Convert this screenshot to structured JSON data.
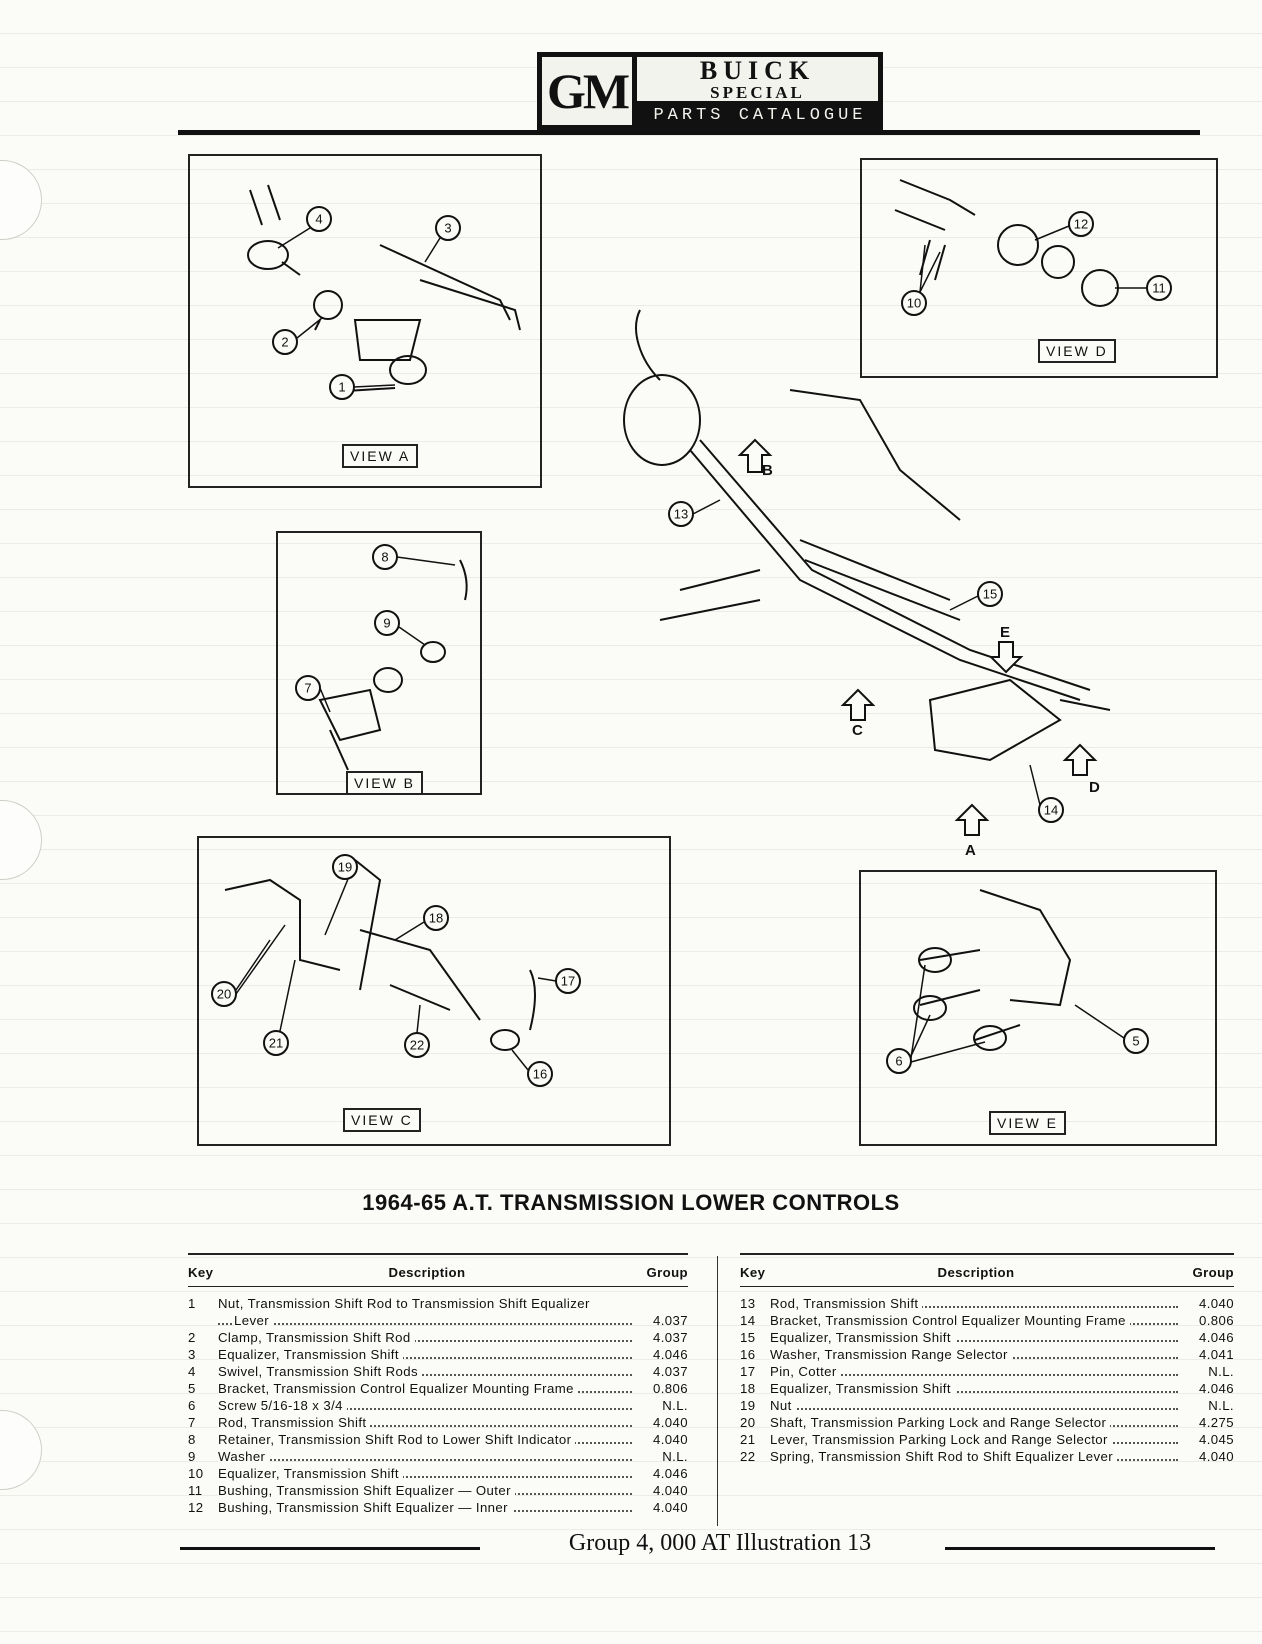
{
  "header": {
    "logo_gm": "GM",
    "logo_brand": "BUICK",
    "logo_model": "SPECIAL",
    "logo_subtitle": "PARTS CATALOGUE"
  },
  "views": {
    "a": "VIEW A",
    "b": "VIEW B",
    "c": "VIEW C",
    "d": "VIEW D",
    "e": "VIEW E"
  },
  "arrows": [
    "A",
    "B",
    "C",
    "D",
    "E"
  ],
  "callouts": [
    "1",
    "2",
    "3",
    "4",
    "5",
    "6",
    "7",
    "8",
    "9",
    "10",
    "11",
    "12",
    "13",
    "14",
    "15",
    "16",
    "17",
    "18",
    "19",
    "20",
    "21",
    "22"
  ],
  "title": "1964-65 A.T. TRANSMISSION LOWER CONTROLS",
  "table": {
    "headers": {
      "key": "Key",
      "description": "Description",
      "group": "Group"
    },
    "left": [
      {
        "key": "1",
        "description": "Nut, Transmission Shift Rod to Transmission Shift Equalizer",
        "group": ""
      },
      {
        "key": "",
        "description": "Lever",
        "group": "4.037"
      },
      {
        "key": "2",
        "description": "Clamp, Transmission Shift Rod",
        "group": "4.037"
      },
      {
        "key": "3",
        "description": "Equalizer, Transmission Shift",
        "group": "4.046"
      },
      {
        "key": "4",
        "description": "Swivel, Transmission Shift Rods",
        "group": "4.037"
      },
      {
        "key": "5",
        "description": "Bracket, Transmission Control Equalizer Mounting Frame",
        "group": "0.806"
      },
      {
        "key": "6",
        "description": "Screw 5/16-18 x 3/4",
        "group": "N.L."
      },
      {
        "key": "7",
        "description": "Rod, Transmission Shift",
        "group": "4.040"
      },
      {
        "key": "8",
        "description": "Retainer, Transmission Shift Rod to Lower Shift Indicator",
        "group": "4.040"
      },
      {
        "key": "9",
        "description": "Washer",
        "group": "N.L."
      },
      {
        "key": "10",
        "description": "Equalizer, Transmission Shift",
        "group": "4.046"
      },
      {
        "key": "11",
        "description": "Bushing, Transmission Shift Equalizer — Outer",
        "group": "4.040"
      },
      {
        "key": "12",
        "description": "Bushing, Transmission Shift Equalizer — Inner",
        "group": "4.040"
      }
    ],
    "right": [
      {
        "key": "13",
        "description": "Rod, Transmission Shift",
        "group": "4.040"
      },
      {
        "key": "14",
        "description": "Bracket, Transmission Control Equalizer Mounting Frame",
        "group": "0.806"
      },
      {
        "key": "15",
        "description": "Equalizer, Transmission Shift",
        "group": "4.046"
      },
      {
        "key": "16",
        "description": "Washer, Transmission Range Selector",
        "group": "4.041"
      },
      {
        "key": "17",
        "description": "Pin, Cotter",
        "group": "N.L."
      },
      {
        "key": "18",
        "description": "Equalizer, Transmission Shift",
        "group": "4.046"
      },
      {
        "key": "19",
        "description": "Nut",
        "group": "N.L."
      },
      {
        "key": "20",
        "description": "Shaft, Transmission Parking Lock and Range Selector",
        "group": "4.275"
      },
      {
        "key": "21",
        "description": "Lever, Transmission Parking Lock and Range Selector",
        "group": "4.045"
      },
      {
        "key": "22",
        "description": "Spring, Transmission Shift Rod to Shift Equalizer Lever",
        "group": "4.040"
      }
    ]
  },
  "footer": "Group 4, 000 AT Illustration 13"
}
